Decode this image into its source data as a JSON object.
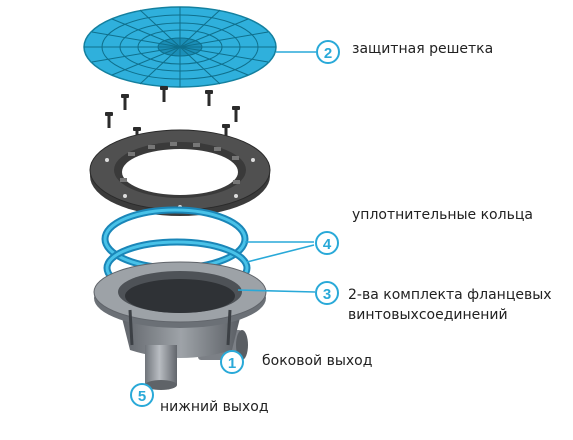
{
  "colors": {
    "accent": "#29a9d8",
    "accent_dark": "#1a86b8",
    "gasket": "#3a3a3a",
    "body_grey": "#8c9096",
    "text": "#222222"
  },
  "callouts": [
    {
      "number": "2",
      "text": "защитная решетка"
    },
    {
      "number": "4",
      "text": "уплотнительные кольца"
    },
    {
      "number": "3",
      "line1": "2-ва комплекта фланцевых",
      "line2": "винтовыхсоединений"
    },
    {
      "number": "1",
      "text": "боковой выход"
    },
    {
      "number": "5",
      "text": "нижний выход"
    }
  ],
  "parts": [
    {
      "name": "grate",
      "icon": "protective-grate"
    },
    {
      "name": "screws",
      "icon": "screw-set"
    },
    {
      "name": "flange",
      "icon": "flange-ring"
    },
    {
      "name": "seal-rings",
      "icon": "seal-ring"
    },
    {
      "name": "drain-body",
      "icon": "drain-body"
    }
  ]
}
